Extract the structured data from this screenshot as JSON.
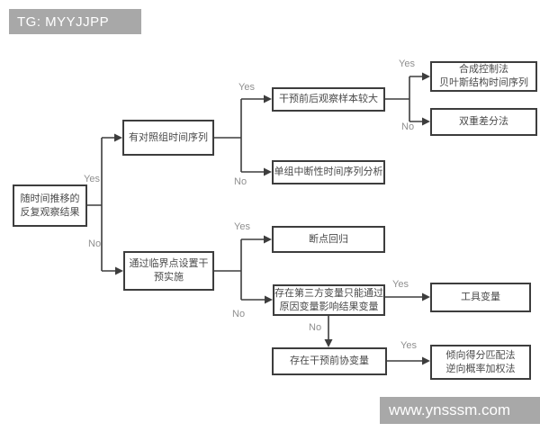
{
  "header": {
    "badge": "TG: MYYJJPP"
  },
  "footer": {
    "url": "www.ynsssm.com"
  },
  "labels": {
    "yes": "Yes",
    "no": "No"
  },
  "colors": {
    "badge-bg": "#a8a8a8",
    "line": "#3d3d3d",
    "box-border": "#3d3d3d",
    "box-text": "#4a4a4a",
    "label-text": "#8f8f8f"
  },
  "flow": {
    "nodes": [
      {
        "label": "随时间推移的\n反复观察结果"
      },
      {
        "label": "有对照组时间序列"
      },
      {
        "label": "通过临界点设置干\n预实施"
      },
      {
        "label": "干预前后观察样本较大"
      },
      {
        "label": "单组中断性时间序列分析"
      },
      {
        "label": "合成控制法\n贝叶斯结构时间序列"
      },
      {
        "label": "双重差分法"
      },
      {
        "label": "断点回归"
      },
      {
        "label": "存在第三方变量只能通过\n原因变量影响结果变量"
      },
      {
        "label": "工具变量"
      },
      {
        "label": "存在干预前协变量"
      },
      {
        "label": "倾向得分匹配法\n逆向概率加权法"
      }
    ]
  }
}
